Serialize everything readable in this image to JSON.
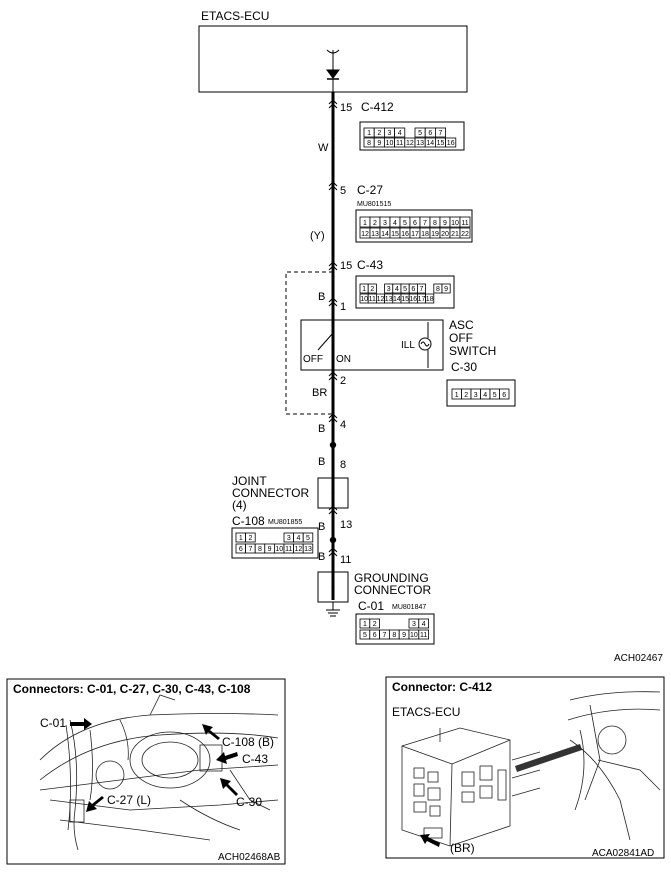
{
  "ecu": {
    "title": "ETACS-ECU"
  },
  "switch": {
    "lines": [
      "ASC",
      "OFF",
      "SWITCH"
    ],
    "ill": "ILL",
    "off": "OFF",
    "on": "ON"
  },
  "joint": {
    "lines": [
      "JOINT",
      "CONNECTOR",
      "(4)"
    ]
  },
  "grounding": {
    "lines": [
      "GROUNDING",
      "CONNECTOR"
    ]
  },
  "terminals": {
    "t15a": "15",
    "t5": "5",
    "t15b": "15",
    "t1": "1",
    "t2": "2",
    "t4": "4",
    "t8": "8",
    "t13": "13",
    "t11": "11"
  },
  "wire_colors": {
    "w1": "W",
    "w2": "(Y)",
    "w3": "B",
    "w4": "BR",
    "w5": "B",
    "w6": "B",
    "w7": "B",
    "w8": "B"
  },
  "connectors": {
    "c412": {
      "name": "C-412",
      "row1": [
        "1",
        "2",
        "3",
        "4",
        "",
        "5",
        "6",
        "7"
      ],
      "row2": [
        "8",
        "9",
        "10",
        "11",
        "12",
        "13",
        "14",
        "15",
        "16"
      ]
    },
    "c27": {
      "name": "C-27",
      "part": "MU801515",
      "row1": [
        "1",
        "2",
        "3",
        "4",
        "5",
        "6",
        "7",
        "8",
        "9",
        "10",
        "11"
      ],
      "row2": [
        "12",
        "13",
        "14",
        "15",
        "16",
        "17",
        "18",
        "19",
        "20",
        "21",
        "22"
      ]
    },
    "c43": {
      "name": "C-43",
      "row1": [
        "1",
        "2",
        "",
        "3",
        "4",
        "5",
        "6",
        "7",
        "",
        "8",
        "9"
      ],
      "row2": [
        "10",
        "11",
        "12",
        "13",
        "14",
        "15",
        "16",
        "17",
        "18"
      ]
    },
    "c30": {
      "name": "C-30",
      "row1": [
        "1",
        "2",
        "3",
        "4",
        "5",
        "6"
      ]
    },
    "c108": {
      "name": "C-108",
      "part": "MU801855",
      "row1": [
        "1",
        "2",
        "",
        "",
        "",
        "3",
        "4",
        "5"
      ],
      "row2": [
        "6",
        "7",
        "8",
        "9",
        "10",
        "11",
        "12",
        "13"
      ]
    },
    "c01": {
      "name": "C-01",
      "part": "MU801847",
      "row1": [
        "1",
        "2",
        "",
        "",
        "",
        "3",
        "4"
      ],
      "row2": [
        "5",
        "6",
        "7",
        "8",
        "9",
        "10",
        "11"
      ]
    }
  },
  "codes": {
    "main": "ACH02467",
    "left": "ACH02468AB",
    "right": "ACA02841AD"
  },
  "left_panel": {
    "title": "Connectors: C-01, C-27, C-30, C-43, C-108",
    "callouts": {
      "c01": "C-01",
      "c108": "C-108 (B)",
      "c43": "C-43",
      "c30": "C-30",
      "c27": "C-27 (L)"
    }
  },
  "right_panel": {
    "title": "Connector: C-412",
    "ecu_label": "ETACS-ECU",
    "br_label": "(BR)"
  }
}
